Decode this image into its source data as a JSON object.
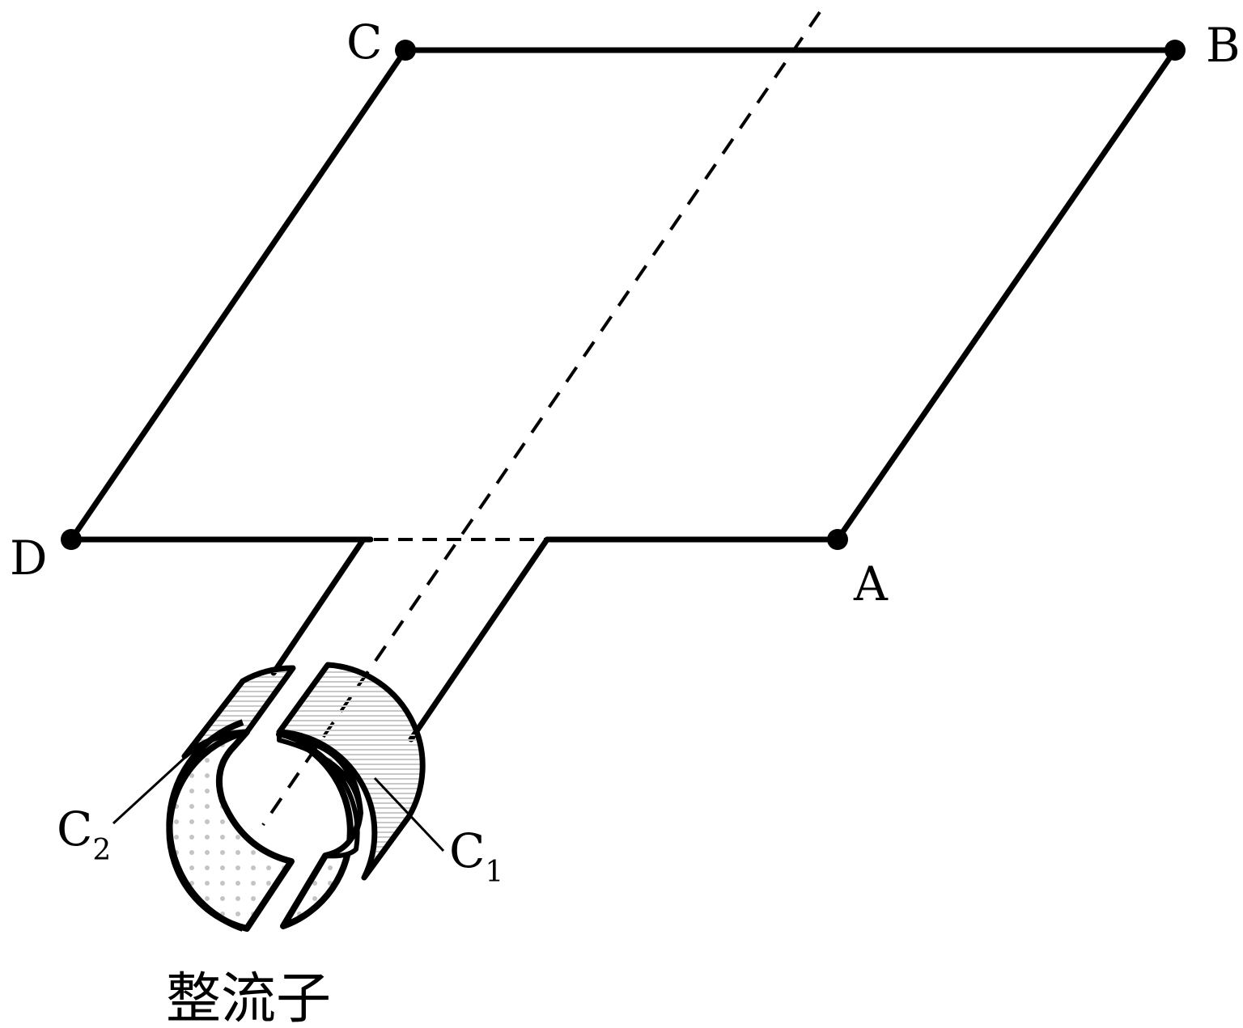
{
  "labels": {
    "vertex_a": "A",
    "vertex_b": "B",
    "vertex_c": "C",
    "vertex_d": "D",
    "commutator_c1_main": "C",
    "commutator_c1_sub": "1",
    "commutator_c2_main": "C",
    "commutator_c2_sub": "2",
    "commutator_title": "整流子"
  },
  "colors": {
    "line": "#000000",
    "shade": "#bdbdbd"
  }
}
